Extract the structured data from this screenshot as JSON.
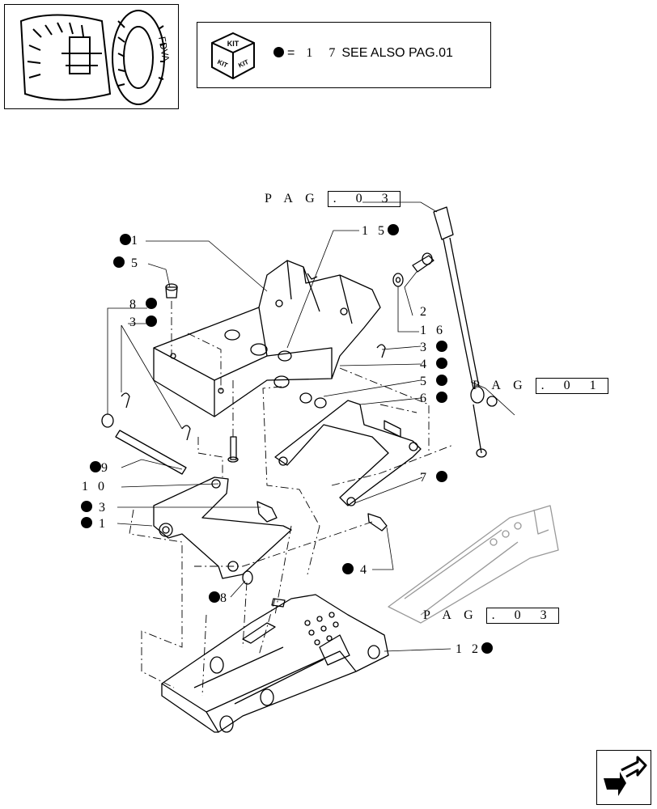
{
  "kit_legend": {
    "icon_text": "KIT",
    "equals": "=",
    "number": "1 7",
    "note": "SEE ALSO PAG.01"
  },
  "thumbnail_label": "FDVA",
  "page_refs": [
    {
      "prefix": "P A G",
      "value": ". 0 3"
    },
    {
      "prefix": "P A G",
      "value": ". 0 1"
    },
    {
      "prefix": "P A G",
      "value": ". 0 3"
    }
  ],
  "callouts": [
    {
      "text": "1",
      "dot": "before"
    },
    {
      "text": "5",
      "dot": "before"
    },
    {
      "text": "8",
      "dot": "after"
    },
    {
      "text": "3",
      "dot": "after"
    },
    {
      "text": "1 5",
      "dot": "after"
    },
    {
      "text": "2",
      "dot": "none"
    },
    {
      "text": "1 6",
      "dot": "none"
    },
    {
      "text": "3",
      "dot": "after"
    },
    {
      "text": "4",
      "dot": "after"
    },
    {
      "text": "5",
      "dot": "after"
    },
    {
      "text": "6",
      "dot": "after"
    },
    {
      "text": "9",
      "dot": "before"
    },
    {
      "text": "1 0",
      "dot": "none"
    },
    {
      "text": "3",
      "dot": "before"
    },
    {
      "text": "1",
      "dot": "before"
    },
    {
      "text": "7",
      "dot": "after"
    },
    {
      "text": "4",
      "dot": "before"
    },
    {
      "text": "8",
      "dot": "before"
    },
    {
      "text": "1 2",
      "dot": "after"
    }
  ],
  "icons": {
    "thumbnail": "tractor-rear-thumbnail",
    "kit": "kit-box-icon",
    "nav": "next-page-arrow-icon"
  }
}
